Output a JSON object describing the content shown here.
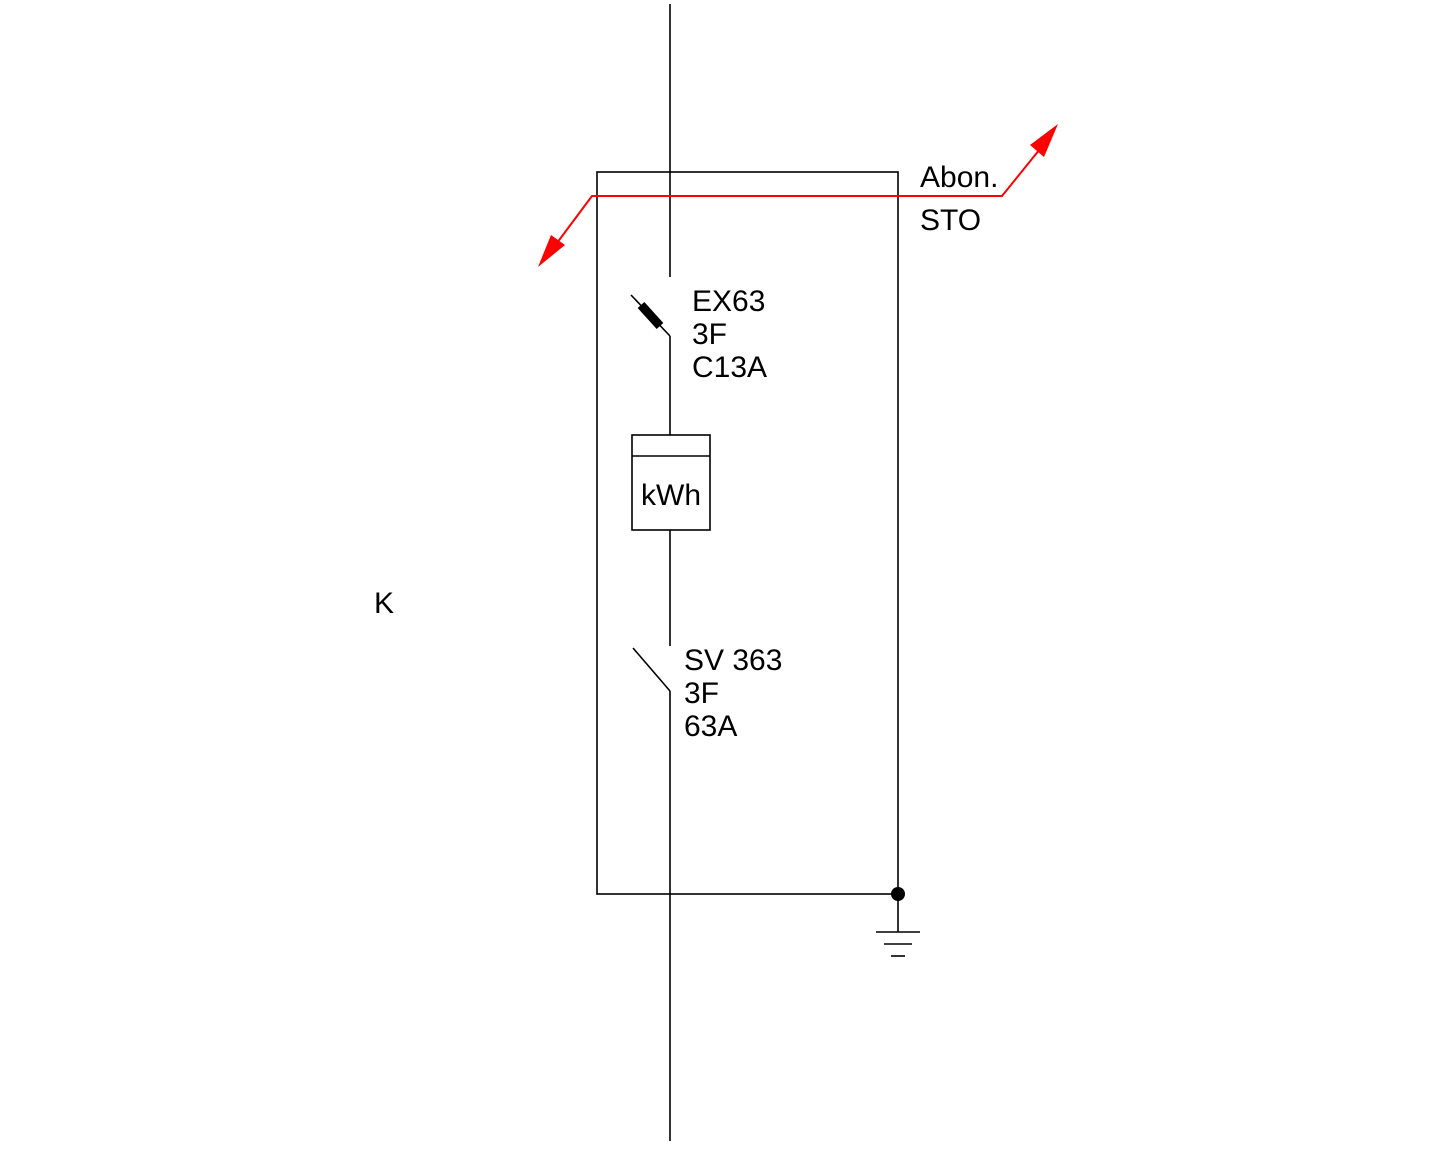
{
  "diagram": {
    "kind": "electrical-single-line-diagram",
    "colors": {
      "black": "#000000",
      "red": "#ff0000",
      "background": "#ffffff"
    },
    "cabinet_label": "K",
    "feeder": {
      "label_top": "Abon.",
      "label_bottom": "STO"
    },
    "breaker": {
      "model": "EX63",
      "phases": "3F",
      "rating": "C13A"
    },
    "meter": {
      "label": "kWh"
    },
    "main_switch": {
      "model": "SV 363",
      "phases": "3F",
      "rating": "63A"
    }
  }
}
